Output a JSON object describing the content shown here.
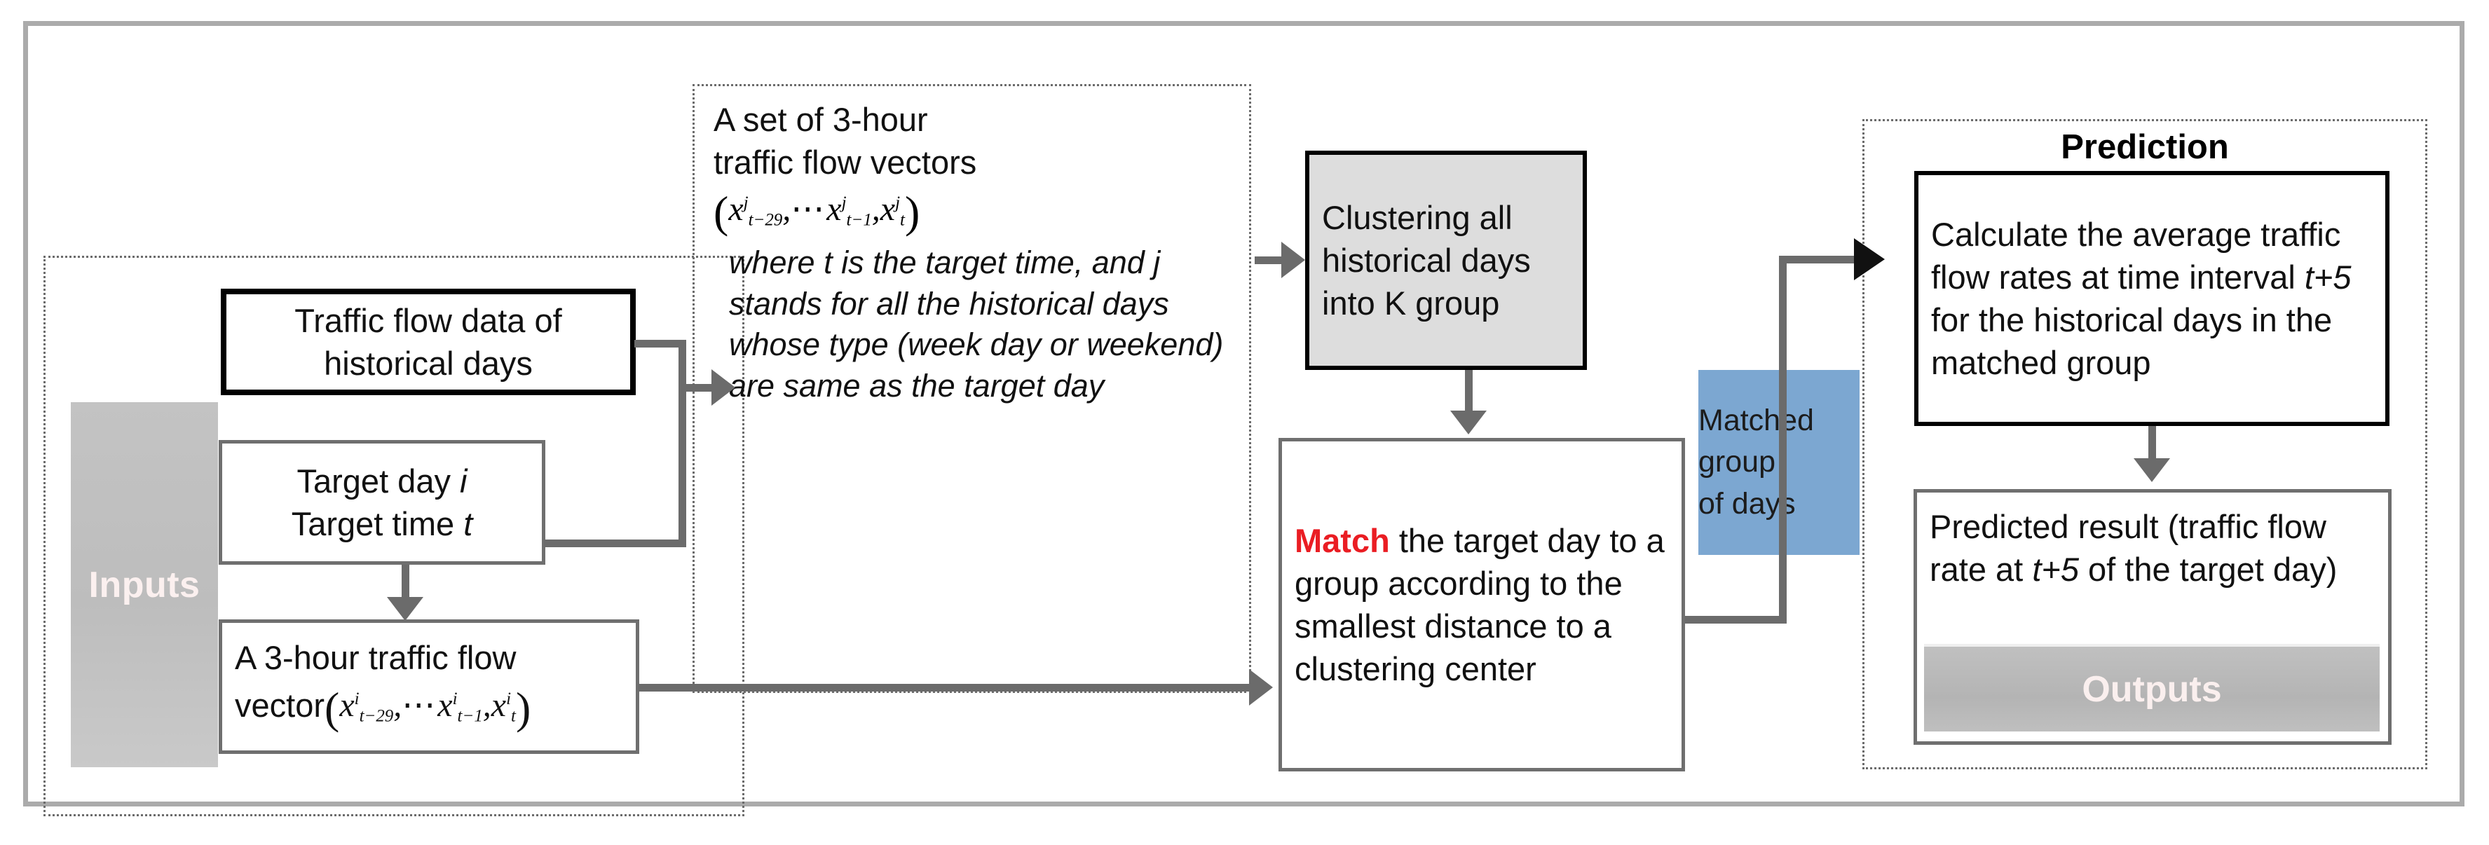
{
  "diagram": {
    "title": "Traffic flow prediction flowchart",
    "colors": {
      "matched_group_blue": "#7CA7D1",
      "cluster_gray": "#dddddd",
      "inputs_gray": "#c3c3c3",
      "outputs_gray": "#c0c0c0",
      "match_red": "#ea1d23",
      "connector_gray": "#6b6b6b",
      "frame_gray": "#ababab"
    }
  },
  "inputs": {
    "group_label": "Inputs",
    "historical_data_box": "Traffic flow data of historical days",
    "target_box_line1": "Target day",
    "target_box_var1": "i",
    "target_box_line2": "Target time",
    "target_box_var2": "t",
    "vector_box_prefix": "A 3-hour traffic flow vector",
    "vector_box_formula": "( x^i_{t-29} , ... x^i_{t-1} , x^i_t )",
    "vector_superscript": "i",
    "vector_sub_first": "t-29",
    "vector_sub_mid": "t-1",
    "vector_sub_last": "t"
  },
  "vector_set": {
    "line1": "A set of 3-hour",
    "line2": "traffic flow vectors",
    "formula": "( x^j_{t-29} , ... x^j_{t-1} , x^j_t )",
    "superscript": "j",
    "sub_first": "t-29",
    "sub_mid": "t-1",
    "sub_last": "t",
    "note": "where t is the target time, and j stands for all the historical days whose type (week day or weekend) are same as the target day"
  },
  "clustering": {
    "label": "Clustering all historical days into K group"
  },
  "match": {
    "keyword": "Match",
    "rest": " the target day to a group according to the smallest distance to a clustering center"
  },
  "matched_group": {
    "line1": "Matched",
    "line2": "group",
    "line3": "of days"
  },
  "prediction": {
    "heading": "Prediction",
    "calc_part1": "Calculate the average traffic flow rates at time interval ",
    "calc_var": "t+5",
    "calc_part2": " for the historical days in the matched group",
    "result_part1": "Predicted result (traffic flow rate at ",
    "result_var": "t+5",
    "result_part2": " of the target day)",
    "outputs_label": "Outputs"
  }
}
